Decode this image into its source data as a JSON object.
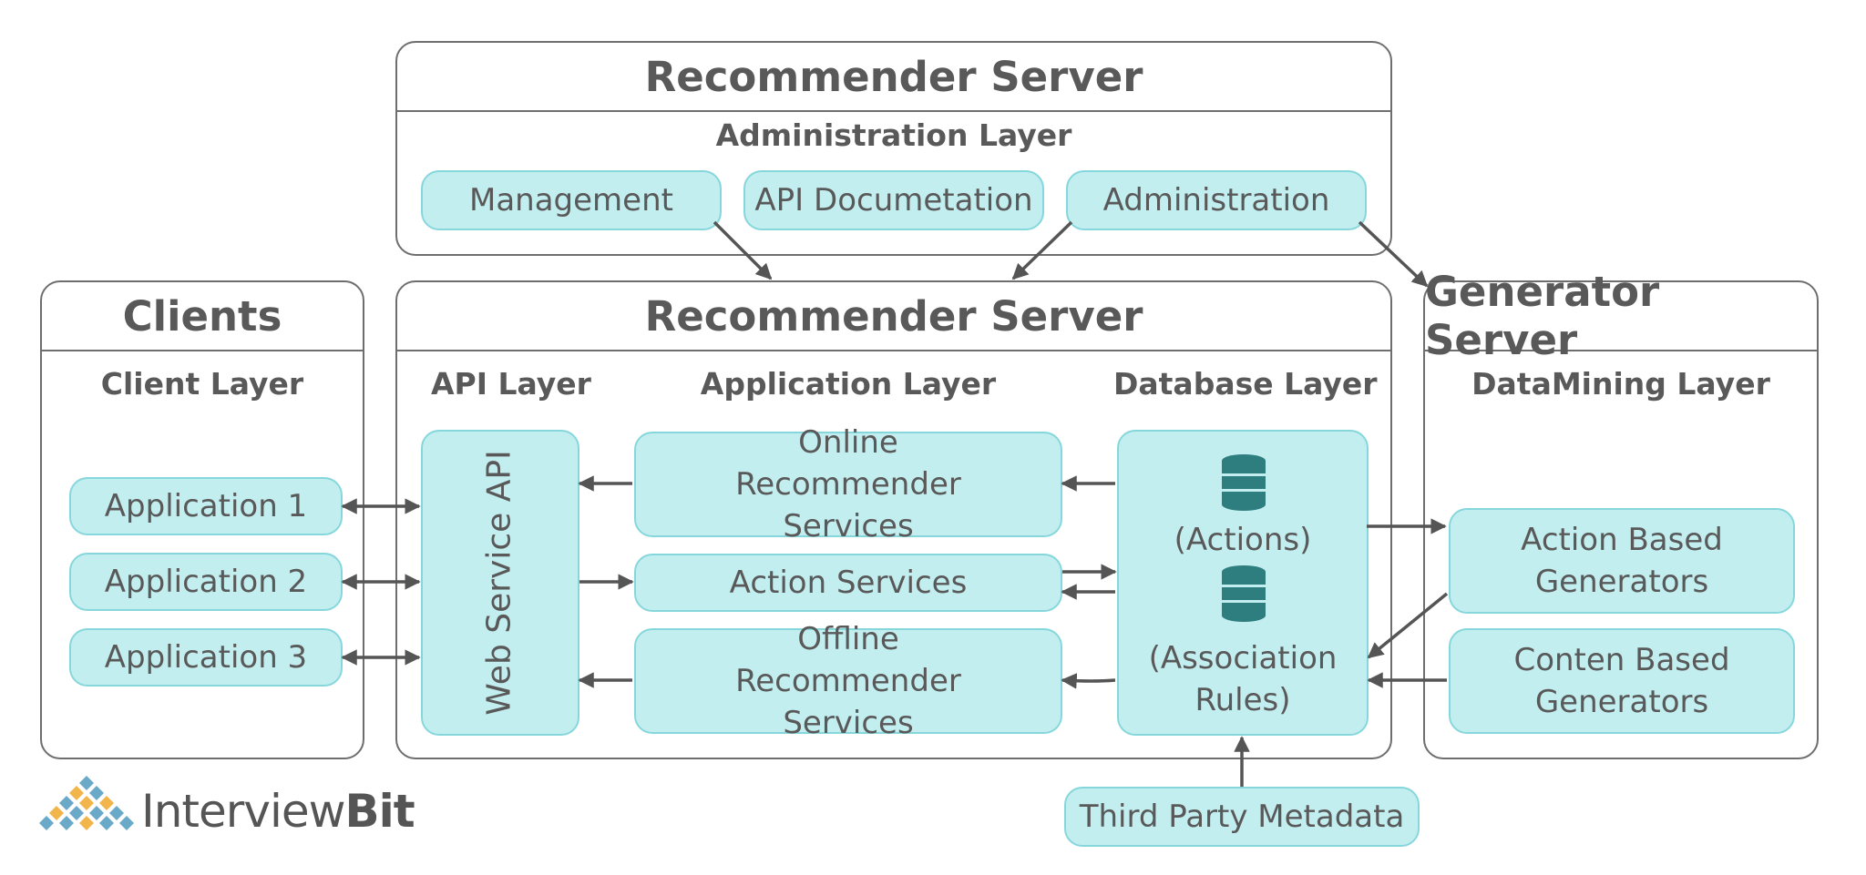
{
  "admin_server": {
    "title": "Recommender Server",
    "layer": "Administration Layer",
    "items": [
      "Management",
      "API Documetation",
      "Administration"
    ]
  },
  "clients": {
    "title": "Clients",
    "layer": "Client Layer",
    "items": [
      "Application 1",
      "Application 2",
      "Application 3"
    ]
  },
  "main_server": {
    "title": "Recommender Server",
    "api_layer": "API Layer",
    "app_layer": "Application Layer",
    "db_layer": "Database Layer",
    "web_service": "Web Service API",
    "online_services": "Online Recommender Services",
    "action_services": "Action Services",
    "offline_services": "Offline Recommender Services",
    "db_actions": "(Actions)",
    "db_rules": "(Association Rules)"
  },
  "generator_server": {
    "title": "Generator Server",
    "layer": "DataMining Layer",
    "action_generators": "Action Based Generators",
    "content_generators": "Conten Based Generators"
  },
  "third_party": "Third Party Metadata",
  "logo": {
    "part1": "Interview",
    "part2": "Bit"
  },
  "colors": {
    "box_fill": "#c3eef0",
    "box_border": "#86d7dc",
    "db_icon": "#2e7d7f",
    "line": "#555555"
  }
}
